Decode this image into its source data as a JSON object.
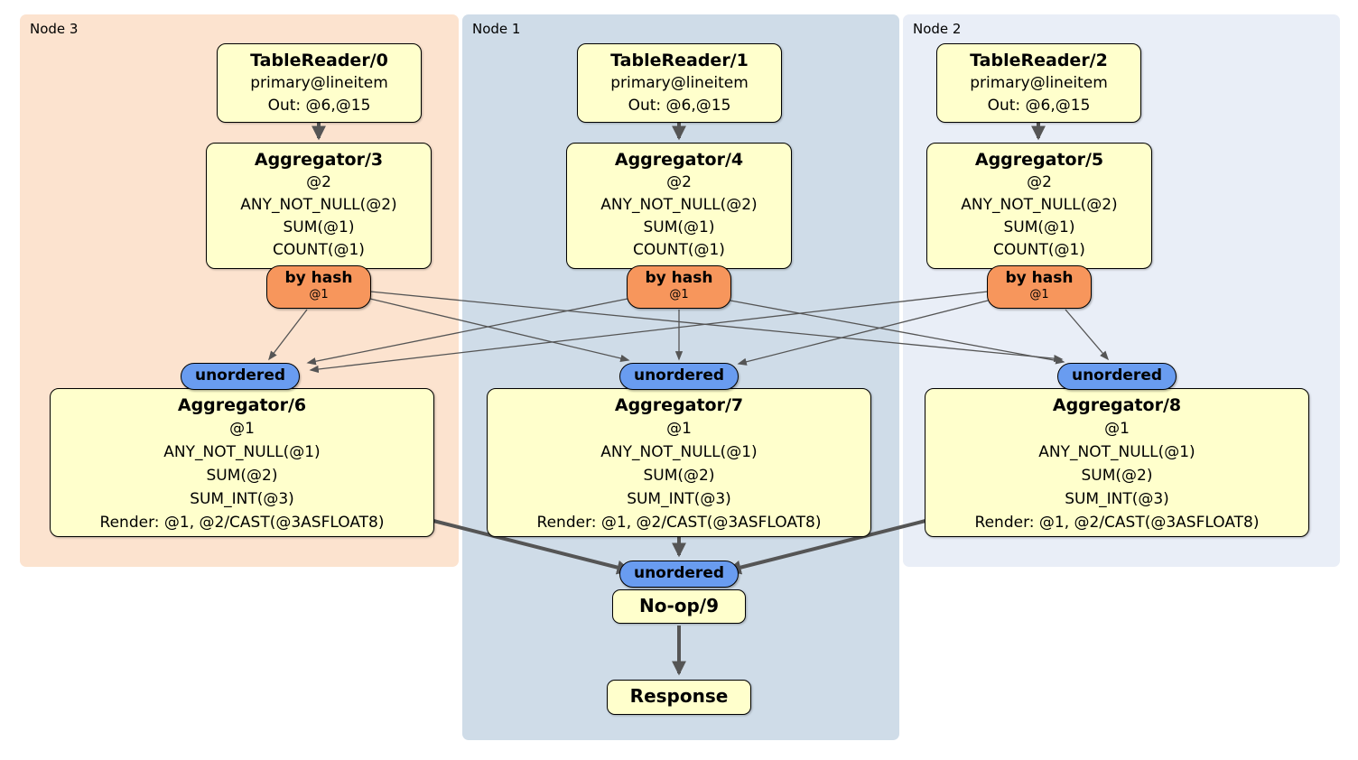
{
  "diagram_type": "distsql-plan",
  "colors": {
    "node3_region_bg": "#fce3cf",
    "node1_region_bg": "#cfdce8",
    "node2_region_bg": "#e9eef7",
    "processor_box_bg": "#ffffcc",
    "router_bg": "#f7965c",
    "stream_bg": "#699cf0",
    "box_border": "#000000",
    "edge_color": "#555555"
  },
  "nodes": [
    {
      "label": "Node 3",
      "table_reader": {
        "title": "TableReader/0",
        "lines": [
          "primary@lineitem",
          "Out: @6,@15"
        ]
      },
      "aggregator_top": {
        "title": "Aggregator/3",
        "lines": [
          "@2",
          "ANY_NOT_NULL(@2)",
          "SUM(@1)",
          "COUNT(@1)"
        ]
      },
      "router": {
        "title": "by hash",
        "subtitle": "@1"
      },
      "stream": {
        "label": "unordered"
      },
      "aggregator_bottom": {
        "title": "Aggregator/6",
        "lines": [
          "@1",
          "ANY_NOT_NULL(@1)",
          "SUM(@2)",
          "SUM_INT(@3)",
          "Render: @1, @2/CAST(@3ASFLOAT8)"
        ]
      }
    },
    {
      "label": "Node 1",
      "table_reader": {
        "title": "TableReader/1",
        "lines": [
          "primary@lineitem",
          "Out: @6,@15"
        ]
      },
      "aggregator_top": {
        "title": "Aggregator/4",
        "lines": [
          "@2",
          "ANY_NOT_NULL(@2)",
          "SUM(@1)",
          "COUNT(@1)"
        ]
      },
      "router": {
        "title": "by hash",
        "subtitle": "@1"
      },
      "stream": {
        "label": "unordered"
      },
      "aggregator_bottom": {
        "title": "Aggregator/7",
        "lines": [
          "@1",
          "ANY_NOT_NULL(@1)",
          "SUM(@2)",
          "SUM_INT(@3)",
          "Render: @1, @2/CAST(@3ASFLOAT8)"
        ]
      }
    },
    {
      "label": "Node 2",
      "table_reader": {
        "title": "TableReader/2",
        "lines": [
          "primary@lineitem",
          "Out: @6,@15"
        ]
      },
      "aggregator_top": {
        "title": "Aggregator/5",
        "lines": [
          "@2",
          "ANY_NOT_NULL(@2)",
          "SUM(@1)",
          "COUNT(@1)"
        ]
      },
      "router": {
        "title": "by hash",
        "subtitle": "@1"
      },
      "stream": {
        "label": "unordered"
      },
      "aggregator_bottom": {
        "title": "Aggregator/8",
        "lines": [
          "@1",
          "ANY_NOT_NULL(@1)",
          "SUM(@2)",
          "SUM_INT(@3)",
          "Render: @1, @2/CAST(@3ASFLOAT8)"
        ]
      }
    }
  ],
  "final": {
    "stream": {
      "label": "unordered"
    },
    "noop": {
      "title": "No-op/9"
    },
    "response": {
      "title": "Response"
    }
  },
  "edges": [
    {
      "from": "table-reader-0",
      "to": "aggregator-3",
      "style": "thick"
    },
    {
      "from": "table-reader-1",
      "to": "aggregator-4",
      "style": "thick"
    },
    {
      "from": "table-reader-2",
      "to": "aggregator-5",
      "style": "thick"
    },
    {
      "from": "by-hash-node3",
      "to": "unordered-node3",
      "style": "thin"
    },
    {
      "from": "by-hash-node3",
      "to": "unordered-node1",
      "style": "thin"
    },
    {
      "from": "by-hash-node3",
      "to": "unordered-node2",
      "style": "thin"
    },
    {
      "from": "by-hash-node1",
      "to": "unordered-node3",
      "style": "thin"
    },
    {
      "from": "by-hash-node1",
      "to": "unordered-node1",
      "style": "thin"
    },
    {
      "from": "by-hash-node1",
      "to": "unordered-node2",
      "style": "thin"
    },
    {
      "from": "by-hash-node2",
      "to": "unordered-node3",
      "style": "thin"
    },
    {
      "from": "by-hash-node2",
      "to": "unordered-node1",
      "style": "thin"
    },
    {
      "from": "by-hash-node2",
      "to": "unordered-node2",
      "style": "thin"
    },
    {
      "from": "aggregator-6",
      "to": "unordered-final",
      "style": "thick"
    },
    {
      "from": "aggregator-7",
      "to": "unordered-final",
      "style": "thick"
    },
    {
      "from": "aggregator-8",
      "to": "unordered-final",
      "style": "thick"
    },
    {
      "from": "no-op-9",
      "to": "response",
      "style": "thick"
    }
  ]
}
